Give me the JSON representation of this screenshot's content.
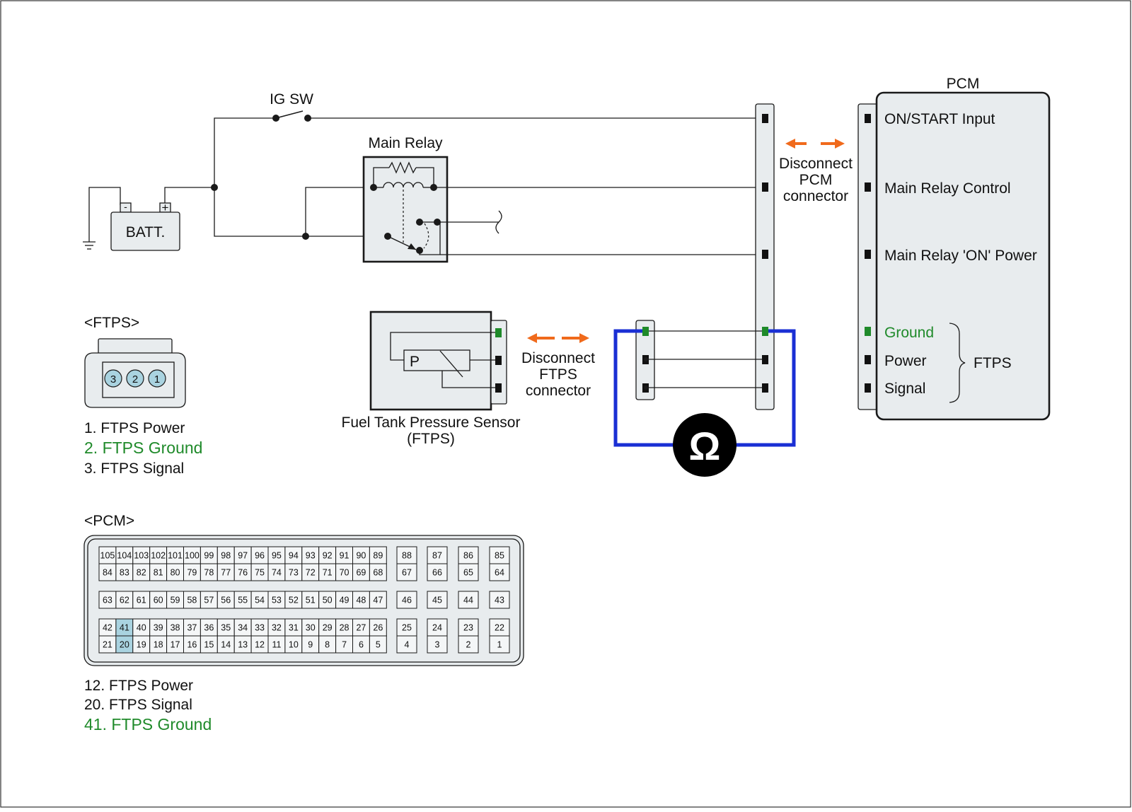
{
  "labels": {
    "ig_sw": "IG SW",
    "batt": "BATT.",
    "batt_minus": "-",
    "batt_plus": "+",
    "main_relay": "Main Relay",
    "pcm_title": "PCM",
    "disconnect_pcm": [
      "Disconnect",
      "PCM",
      "connector"
    ],
    "disconnect_ftps": [
      "Disconnect",
      "FTPS",
      "connector"
    ],
    "ftps_sensor_name": "Fuel Tank Pressure Sensor",
    "ftps_sensor_abbr": "(FTPS)",
    "sensor_p": "P",
    "ohm": "Ω",
    "ftps_bracket": "FTPS"
  },
  "pcm_pins": [
    {
      "label": "ON/START Input",
      "color": "black"
    },
    {
      "label": "Main Relay Control",
      "color": "black"
    },
    {
      "label": "Main Relay 'ON' Power",
      "color": "black"
    },
    {
      "label": "Ground",
      "color": "green"
    },
    {
      "label": "Power",
      "color": "black"
    },
    {
      "label": "Signal",
      "color": "black"
    }
  ],
  "ftps_connector": {
    "title": "<FTPS>",
    "pins": [
      "3",
      "2",
      "1"
    ],
    "legend": [
      {
        "text": "1. FTPS Power",
        "color": "black"
      },
      {
        "text": "2. FTPS Ground",
        "color": "green"
      },
      {
        "text": "3. FTPS Signal",
        "color": "black"
      }
    ]
  },
  "pcm_connector": {
    "title": "<PCM>",
    "rows": [
      [
        "105",
        "104",
        "103",
        "102",
        "101",
        "100",
        "99",
        "98",
        "97",
        "96",
        "95",
        "94",
        "93",
        "92",
        "91",
        "90",
        "89"
      ],
      [
        "84",
        "83",
        "82",
        "81",
        "80",
        "79",
        "78",
        "77",
        "76",
        "75",
        "74",
        "73",
        "72",
        "71",
        "70",
        "69",
        "68"
      ],
      [
        "63",
        "62",
        "61",
        "60",
        "59",
        "58",
        "57",
        "56",
        "55",
        "54",
        "53",
        "52",
        "51",
        "50",
        "49",
        "48",
        "47"
      ],
      [
        "42",
        "41",
        "40",
        "39",
        "38",
        "37",
        "36",
        "35",
        "34",
        "33",
        "32",
        "31",
        "30",
        "29",
        "28",
        "27",
        "26"
      ],
      [
        "21",
        "20",
        "19",
        "18",
        "17",
        "16",
        "15",
        "14",
        "13",
        "12",
        "11",
        "10",
        "9",
        "8",
        "7",
        "6",
        "5"
      ]
    ],
    "side_rows": [
      [
        "88",
        "87",
        "86",
        "85"
      ],
      [
        "67",
        "66",
        "65",
        "64"
      ],
      [
        "46",
        "45",
        "44",
        "43"
      ],
      [
        "25",
        "24",
        "23",
        "22"
      ],
      [
        "4",
        "3",
        "2",
        "1"
      ]
    ],
    "highlighted": [
      "41",
      "20"
    ],
    "legend": [
      {
        "text": "12. FTPS Power",
        "color": "black"
      },
      {
        "text": "20. FTPS Signal",
        "color": "black"
      },
      {
        "text": "41. FTPS Ground",
        "color": "green"
      }
    ]
  },
  "colors": {
    "meter_wire": "#1a2fd4",
    "disconnect_arrow": "#f06a1c",
    "ground_green": "#1f8a2a",
    "box_fill": "#e8ecee",
    "highlight_cell": "#a9d3e0"
  }
}
